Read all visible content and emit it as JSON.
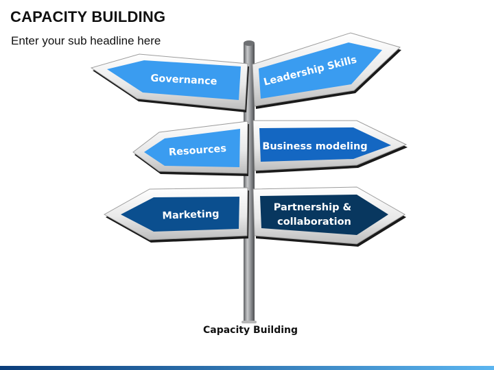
{
  "title": "CAPACITY BUILDING",
  "subtitle": "Enter your sub headline here",
  "caption": "Capacity Building",
  "colors": {
    "light_blue": "#3a9cf0",
    "medium_blue": "#1467c2",
    "dark_blue": "#0b4f8f",
    "navy": "#08375f",
    "pole": "#8a8c8f",
    "bar_start": "#0a3d7a",
    "bar_end": "#5bb5f0"
  },
  "signs": [
    {
      "id": "governance",
      "label": "Governance",
      "direction": "left",
      "color": "light_blue"
    },
    {
      "id": "leadership-skills",
      "label": "Leadership Skills",
      "direction": "right",
      "color": "light_blue"
    },
    {
      "id": "resources",
      "label": "Resources",
      "direction": "left",
      "color": "light_blue"
    },
    {
      "id": "business-modeling",
      "label": "Business modeling",
      "direction": "right",
      "color": "medium_blue"
    },
    {
      "id": "marketing",
      "label": "Marketing",
      "direction": "left",
      "color": "dark_blue"
    },
    {
      "id": "partnership-collaboration",
      "label": "Partnership & collaboration",
      "direction": "right",
      "color": "navy",
      "lines": [
        "Partnership &",
        "collaboration"
      ]
    }
  ]
}
